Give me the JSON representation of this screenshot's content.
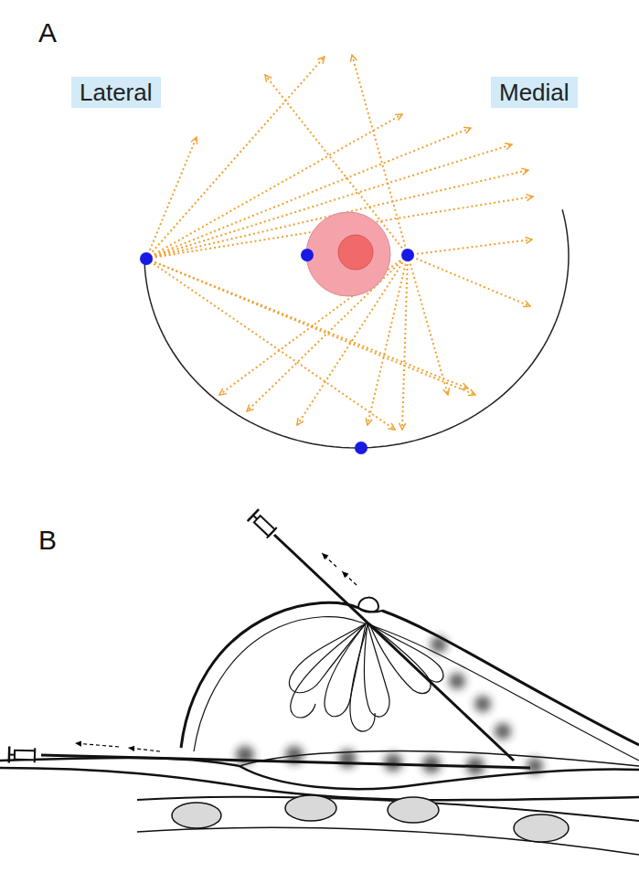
{
  "diagram": {
    "nodes": [
      {
        "text": [
          "Lateral"
        ]
      },
      {
        "text": [
          "Medial"
        ]
      }
    ],
    "labels": [
      "A",
      "B"
    ]
  }
}
